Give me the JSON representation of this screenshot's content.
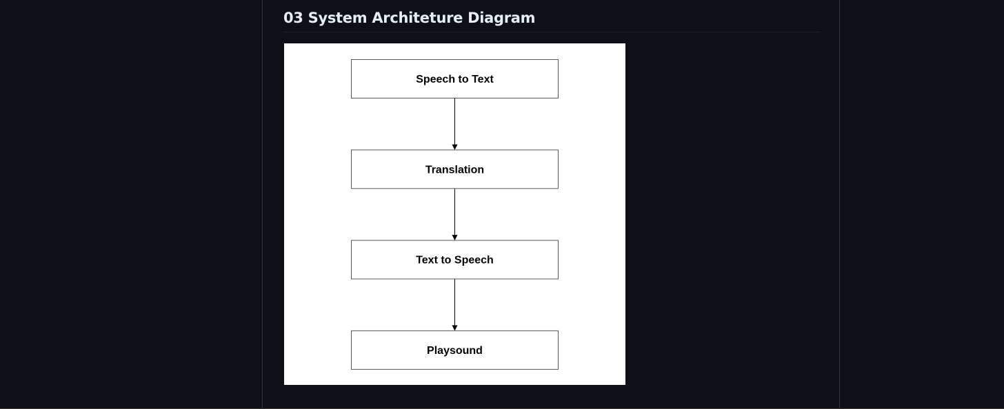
{
  "section": {
    "title": "03 System Architeture Diagram"
  },
  "diagram": {
    "type": "flowchart",
    "direction": "top-to-bottom",
    "background_color": "#ffffff",
    "nodes": [
      {
        "id": "stt",
        "label": "Speech to Text"
      },
      {
        "id": "translation",
        "label": "Translation"
      },
      {
        "id": "tts",
        "label": "Text to Speech"
      },
      {
        "id": "playsound",
        "label": "Playsound"
      }
    ],
    "edges": [
      {
        "from": "stt",
        "to": "translation"
      },
      {
        "from": "translation",
        "to": "tts"
      },
      {
        "from": "tts",
        "to": "playsound"
      }
    ]
  },
  "colors": {
    "page_background": "#0d1117",
    "heading_text": "#e6edf3",
    "divider": "#21262d",
    "column_border": "#30363d",
    "node_border": "#555555",
    "edge": "#000000"
  }
}
